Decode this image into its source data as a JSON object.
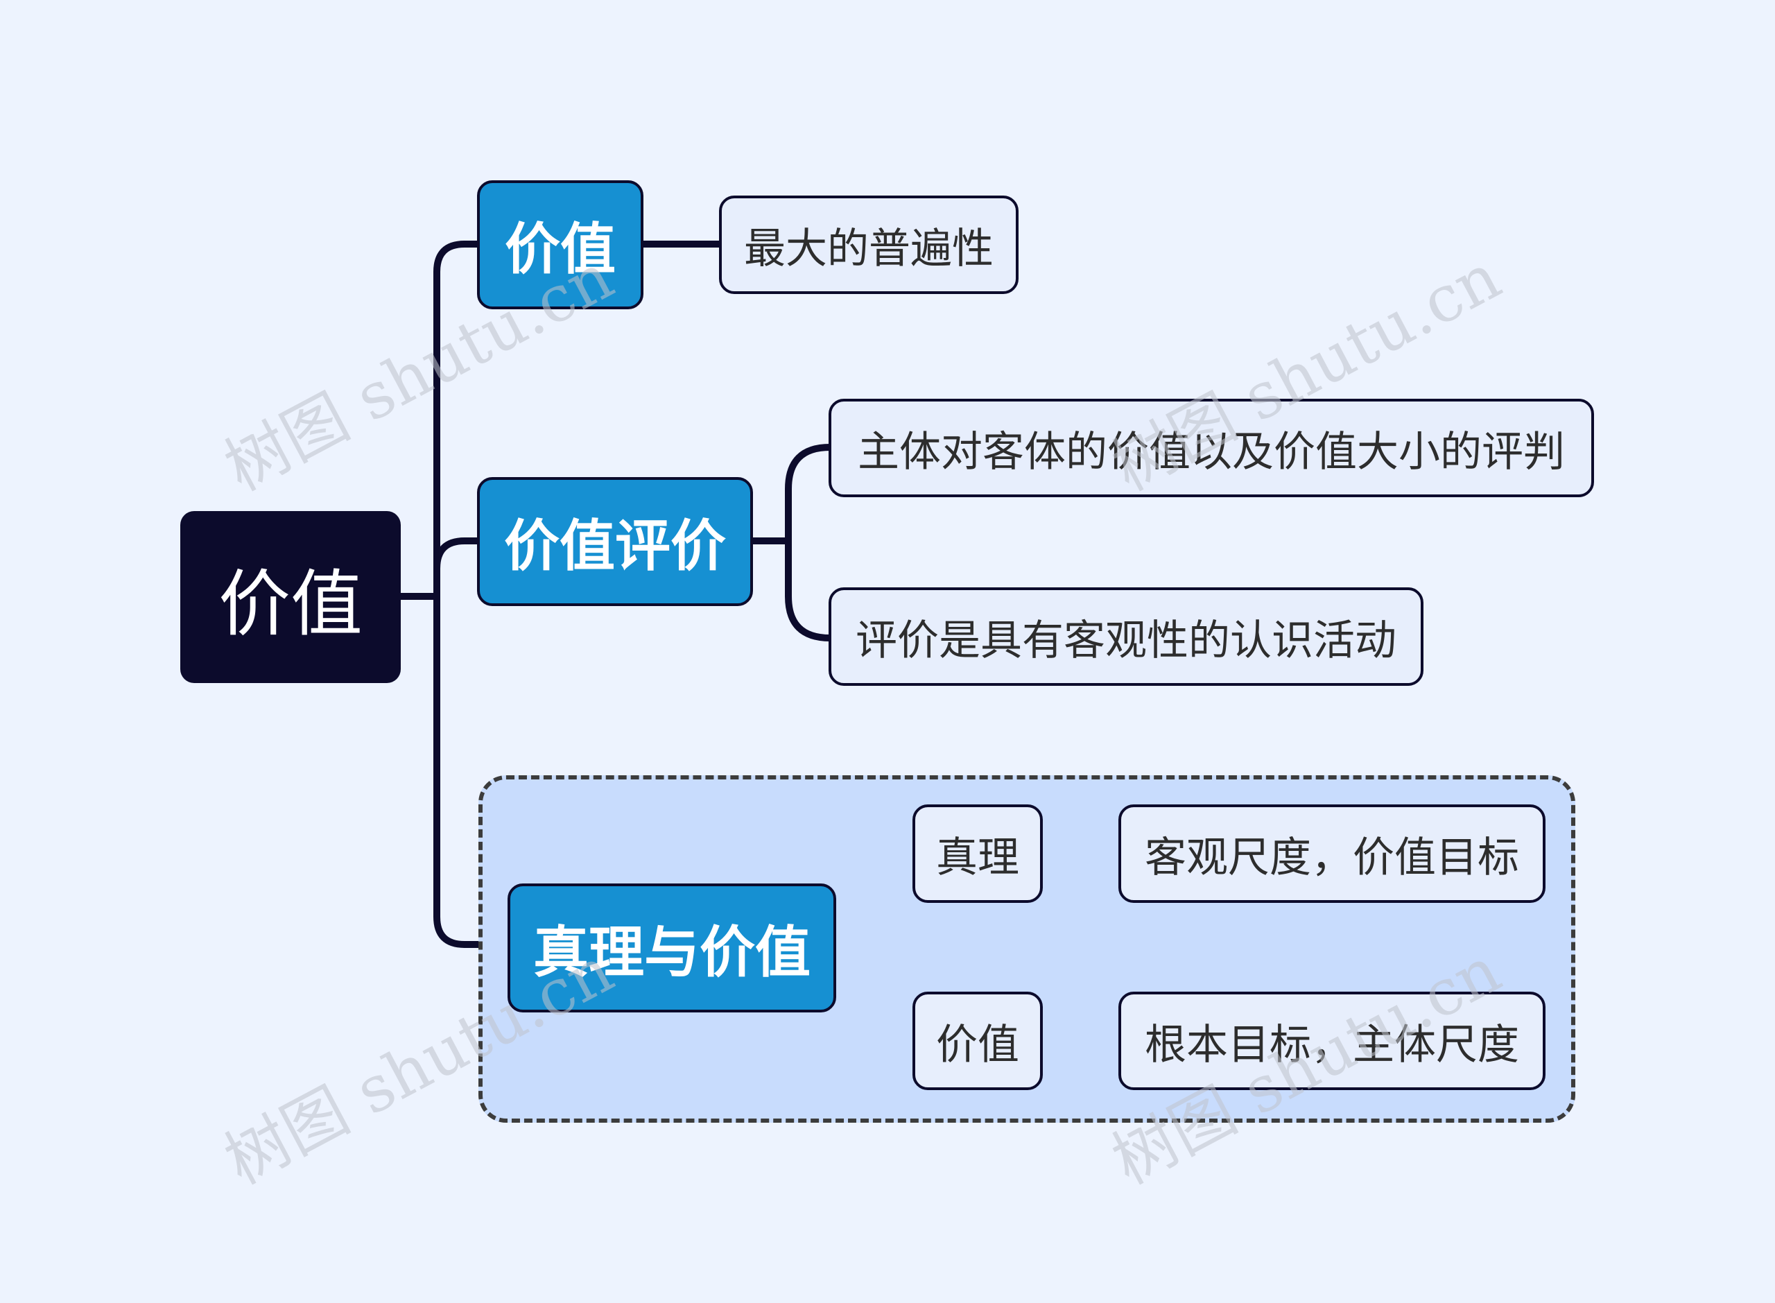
{
  "root": {
    "label": "价值"
  },
  "branches": [
    {
      "label": "价值",
      "children": [
        "最大的普遍性"
      ]
    },
    {
      "label": "价值评价",
      "children": [
        "主体对客体的价值以及价值大小的评判",
        "评价是具有客观性的认识活动"
      ]
    },
    {
      "label": "真理与价值",
      "children": [
        {
          "label": "真理",
          "detail": "客观尺度，价值目标"
        },
        {
          "label": "价值",
          "detail": "根本目标，主体尺度"
        }
      ]
    }
  ],
  "watermark": "树图 shutu.cn",
  "colors": {
    "background": "#edf3fe",
    "root_fill": "#0c0b2c",
    "branch_fill": "#1690d2",
    "leaf_fill": "#e7eefc",
    "summary_fill": "#c8dcfd",
    "connector": "#0c0b2c"
  }
}
